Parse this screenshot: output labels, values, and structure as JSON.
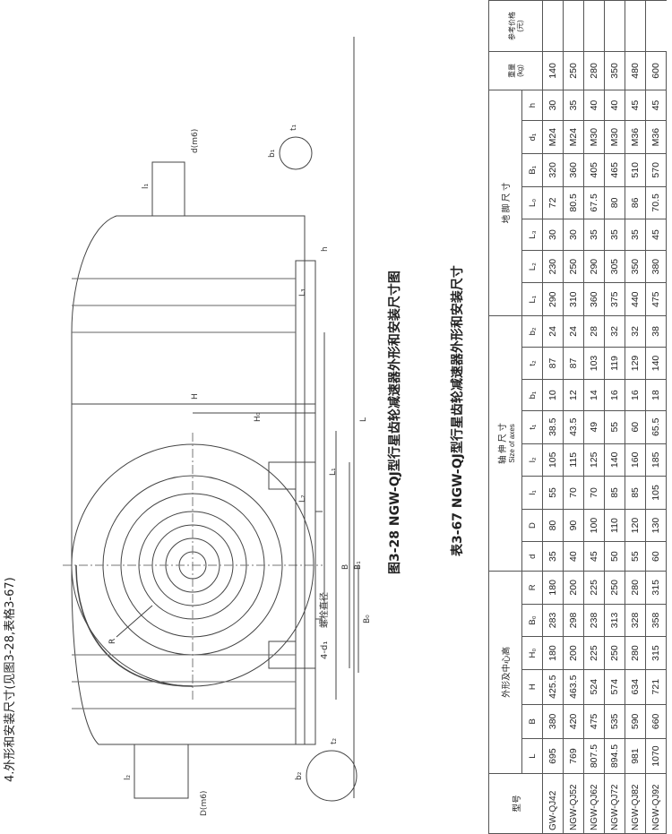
{
  "section_title": "4.外形和安装尺寸(见图3-28,表格3-67)",
  "figure_caption": "图3-28  NGW-QJ型行星齿轮减速器外形和安装尺寸图",
  "table_caption": "表3-67  NGW-QJ型行星齿轮减速器外形和安装尺寸",
  "drawing_labels": {
    "L": "L",
    "H": "H",
    "H0": "H₀",
    "B": "B",
    "B1": "B₁",
    "B0": "B₀",
    "L1": "L₁",
    "L2": "L₂",
    "L3": "L₃",
    "l1": "l₁",
    "l2": "l₂",
    "t1": "t₁",
    "t2": "t₂",
    "b1": "b₁",
    "b2": "b₂",
    "h": "h",
    "R": "R",
    "d_m6": "d(m6)",
    "D_m6": "D(m6)",
    "bolt_count": "4-d₁",
    "bolt_diameter": "螺栓直径"
  },
  "table": {
    "group_headers": {
      "model": "型号",
      "outline": "外形及中心高",
      "shaft": "轴 伸 尺 寸",
      "shaft_en": "Size of axes",
      "feet": "地 脚 尺 寸",
      "weight": "重量",
      "weight_unit": "(kg)",
      "price": "参考价格",
      "price_unit": "(元)"
    },
    "columns": [
      "L",
      "B",
      "H",
      "H₀",
      "B₀",
      "R",
      "d",
      "D",
      "l₁",
      "l₂",
      "t₁",
      "b₁",
      "t₂",
      "b₂",
      "L₁",
      "L₂",
      "L₃",
      "L₀",
      "B₁",
      "d₁",
      "h"
    ],
    "rows": [
      {
        "model": "GW-QJ42",
        "values": [
          "695",
          "380",
          "425.5",
          "180",
          "283",
          "180",
          "35",
          "80",
          "55",
          "105",
          "38.5",
          "10",
          "87",
          "24",
          "290",
          "230",
          "30",
          "72",
          "320",
          "M24",
          "30"
        ],
        "weight": "140",
        "price": ""
      },
      {
        "model": "NGW-QJ52",
        "values": [
          "769",
          "420",
          "463.5",
          "200",
          "298",
          "200",
          "40",
          "90",
          "70",
          "115",
          "43.5",
          "12",
          "87",
          "24",
          "310",
          "250",
          "30",
          "80.5",
          "360",
          "M24",
          "35"
        ],
        "weight": "250",
        "price": ""
      },
      {
        "model": "NGW-QJ62",
        "values": [
          "807.5",
          "475",
          "524",
          "225",
          "238",
          "225",
          "45",
          "100",
          "70",
          "125",
          "49",
          "14",
          "103",
          "28",
          "360",
          "290",
          "35",
          "67.5",
          "405",
          "M30",
          "40"
        ],
        "weight": "280",
        "price": ""
      },
      {
        "model": "NGW-QJ72",
        "values": [
          "894.5",
          "535",
          "574",
          "250",
          "313",
          "250",
          "50",
          "110",
          "85",
          "140",
          "55",
          "16",
          "119",
          "32",
          "375",
          "305",
          "35",
          "80",
          "465",
          "M30",
          "40"
        ],
        "weight": "350",
        "price": ""
      },
      {
        "model": "NGW-QJ82",
        "values": [
          "981",
          "590",
          "634",
          "280",
          "328",
          "280",
          "55",
          "120",
          "85",
          "160",
          "60",
          "16",
          "129",
          "32",
          "440",
          "350",
          "35",
          "86",
          "510",
          "M36",
          "45"
        ],
        "weight": "480",
        "price": ""
      },
      {
        "model": "NGW-QJ92",
        "values": [
          "1070",
          "660",
          "721",
          "315",
          "358",
          "315",
          "60",
          "130",
          "105",
          "185",
          "65.5",
          "18",
          "140",
          "38",
          "475",
          "380",
          "45",
          "70.5",
          "570",
          "M36",
          "45"
        ],
        "weight": "600",
        "price": ""
      }
    ]
  }
}
